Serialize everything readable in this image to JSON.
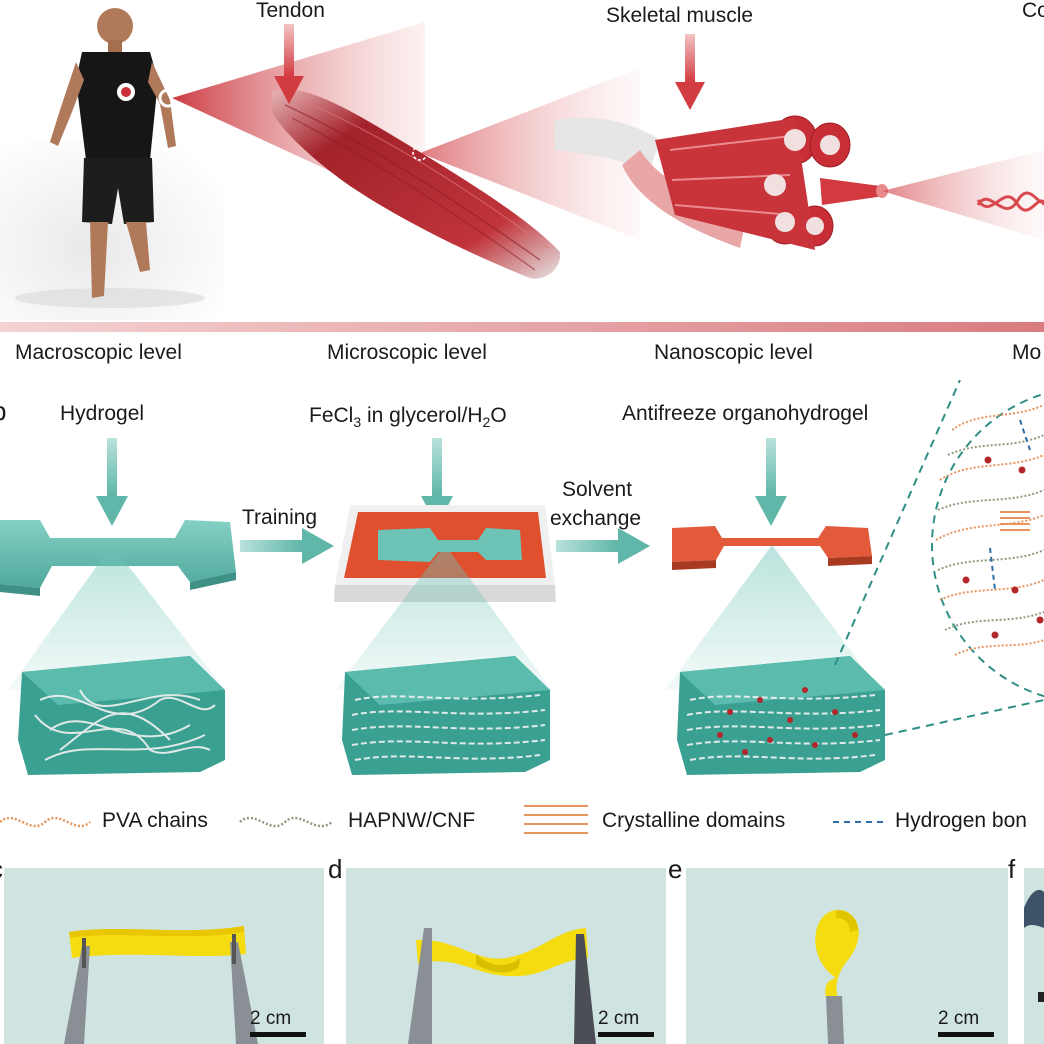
{
  "panel_a": {
    "labels": {
      "tendon": "Tendon",
      "skeletal_muscle": "Skeletal muscle",
      "cut_right": "Co"
    },
    "levels": [
      "Macroscopic level",
      "Microscopic level",
      "Nanoscopic level",
      "Mo"
    ]
  },
  "panel_b": {
    "letter": "b",
    "steps": {
      "hydrogel": "Hydrogel",
      "fecl3_prefix": "FeCl",
      "fecl3_sub": "3",
      "fecl3_mid": " in glycerol/H",
      "fecl3_sub2": "2",
      "fecl3_end": "O",
      "antifreeze": "Antifreeze organohydrogel"
    },
    "arrows": {
      "training": "Training",
      "solvent_line1": "Solvent",
      "solvent_line2": "exchange"
    },
    "legend": {
      "pva": "PVA chains",
      "hapnw": "HAPNW/CNF",
      "crystalline": "Crystalline domains",
      "hbond": "Hydrogen bon"
    }
  },
  "photos": {
    "c": {
      "letter": "c",
      "scale": "2 cm"
    },
    "d": {
      "letter": "d",
      "scale": "2 cm"
    },
    "e": {
      "letter": "e",
      "scale": "2 cm"
    },
    "f": {
      "letter": "f"
    }
  },
  "colors": {
    "muscle": "#c93038",
    "teal": "#6cc3b6",
    "teal_dark": "#2f8f85",
    "orange_gel": "#e0502e",
    "sample_yellow": "#f5dc10",
    "photo_bg": "#cfe3e0",
    "legend_orange": "#e8945c",
    "hbond_blue": "#2e6da8"
  }
}
